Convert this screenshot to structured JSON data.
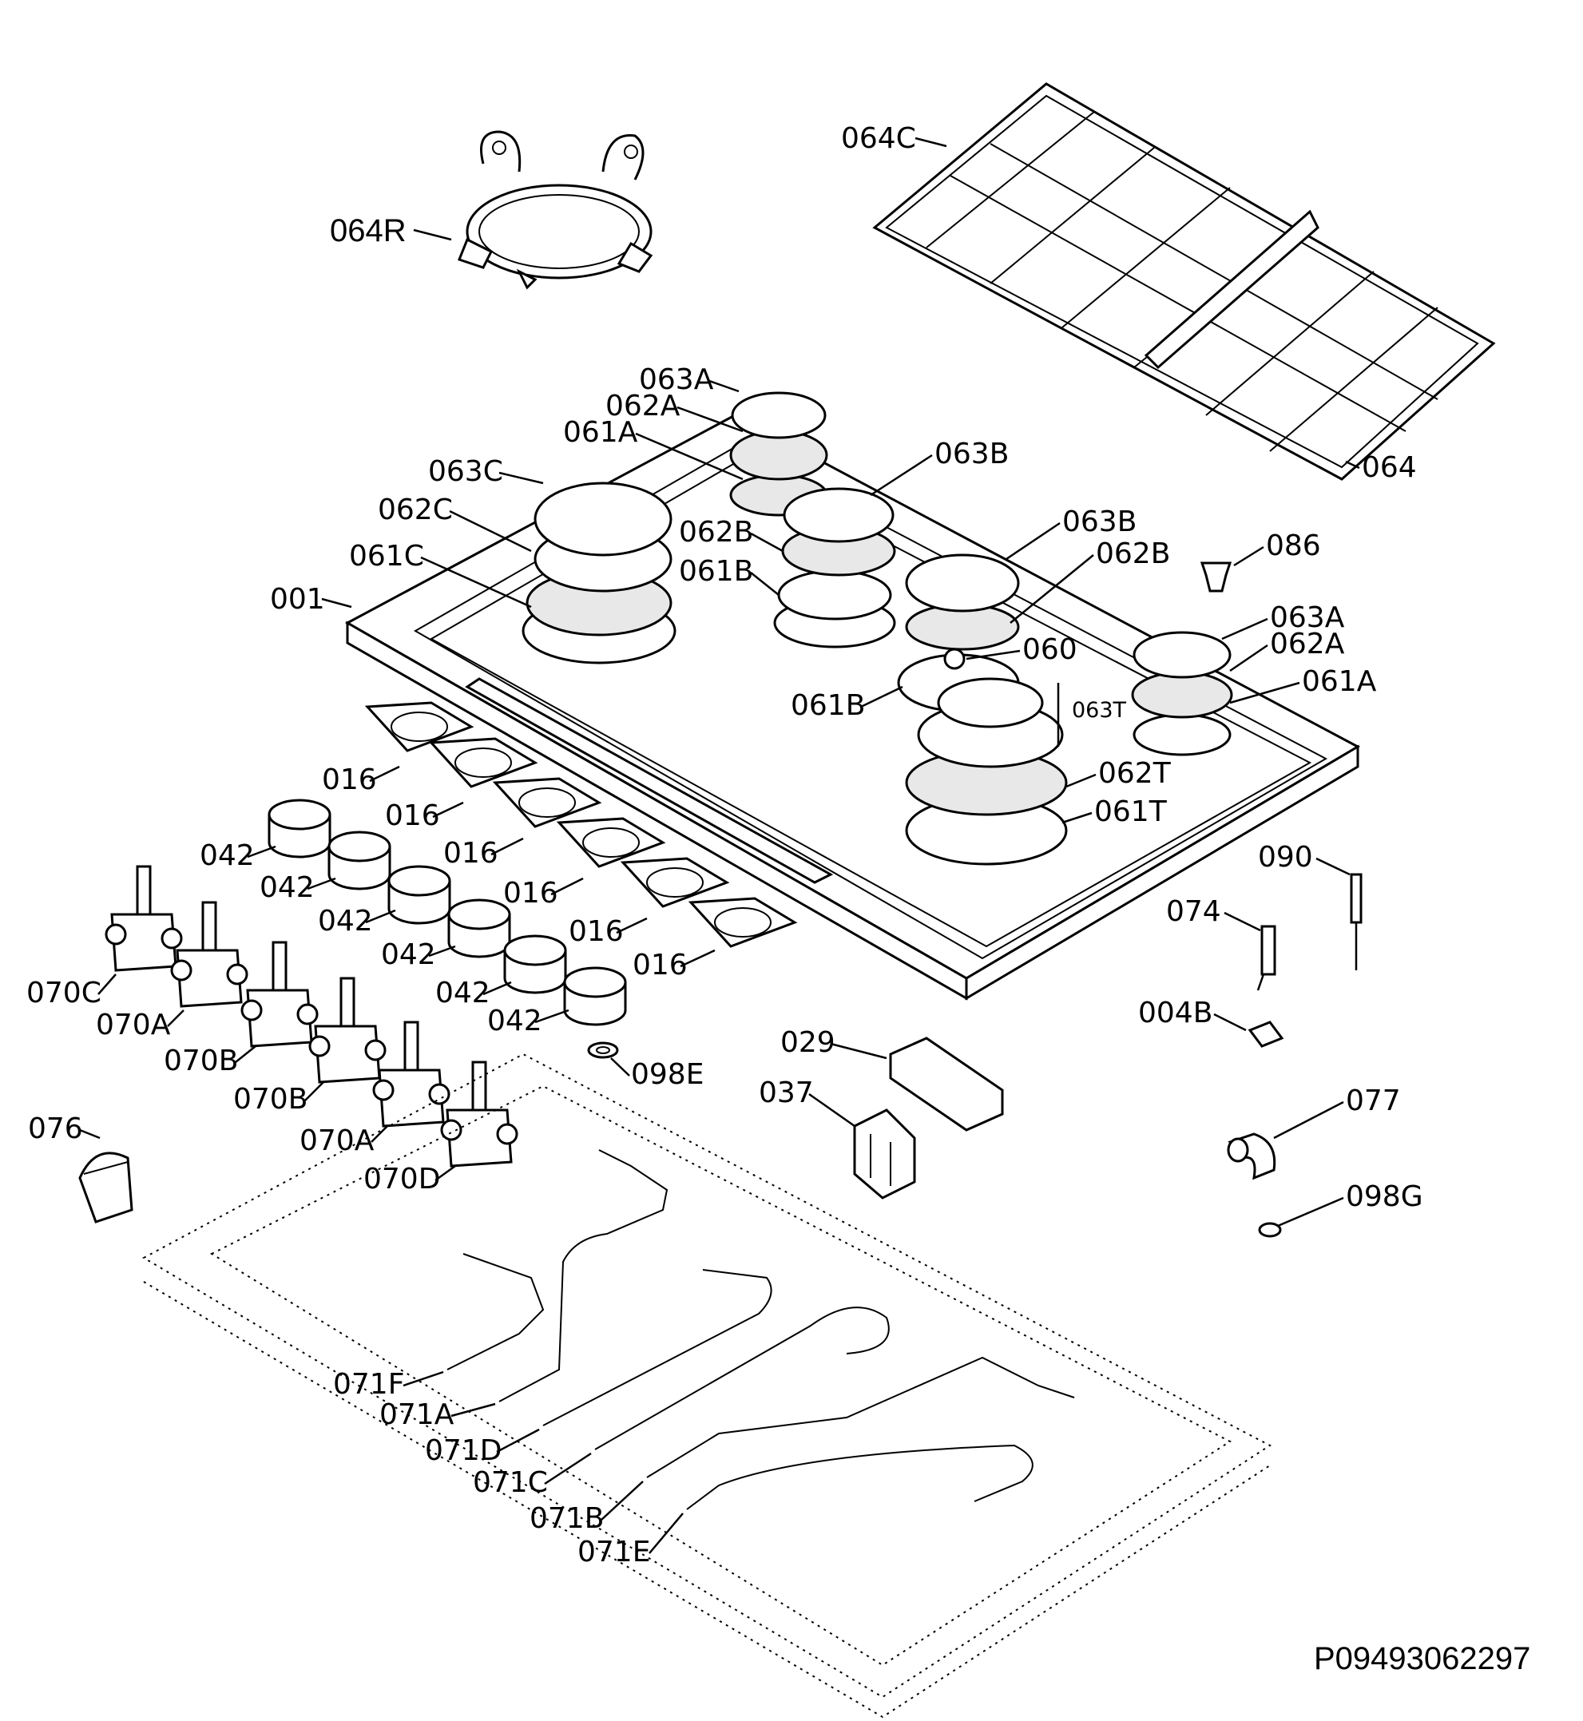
{
  "diagram_code": "P09493062297",
  "labels": {
    "l064R": "064R",
    "l064C": "064C",
    "l064": "064",
    "l063A_top": "063A",
    "l062A_top": "062A",
    "l061A_top": "061A",
    "l063C": "063C",
    "l062C": "062C",
    "l061C": "061C",
    "l001": "001",
    "l063B_1": "063B",
    "l062B_1": "062B",
    "l061B_1": "061B",
    "l063B_2": "063B",
    "l062B_2": "062B",
    "l086": "086",
    "l060": "060",
    "l061B_2": "061B",
    "l063A_r": "063A",
    "l062A_r": "062A",
    "l061A_r": "061A",
    "l063T": "063T",
    "l062T": "062T",
    "l061T": "061T",
    "l016_1": "016",
    "l016_2": "016",
    "l016_3": "016",
    "l016_4": "016",
    "l016_5": "016",
    "l016_6": "016",
    "l042_1": "042",
    "l042_2": "042",
    "l042_3": "042",
    "l042_4": "042",
    "l042_5": "042",
    "l042_6": "042",
    "l070C": "070C",
    "l070A_1": "070A",
    "l070B_1": "070B",
    "l070B_2": "070B",
    "l070A_2": "070A",
    "l070D": "070D",
    "l076": "076",
    "l098E": "098E",
    "l029": "029",
    "l037": "037",
    "l090": "090",
    "l074": "074",
    "l004B": "004B",
    "l077": "077",
    "l098G": "098G",
    "l071F": "071F",
    "l071A": "071A",
    "l071D": "071D",
    "l071C": "071C",
    "l071B": "071B",
    "l071E": "071E"
  }
}
